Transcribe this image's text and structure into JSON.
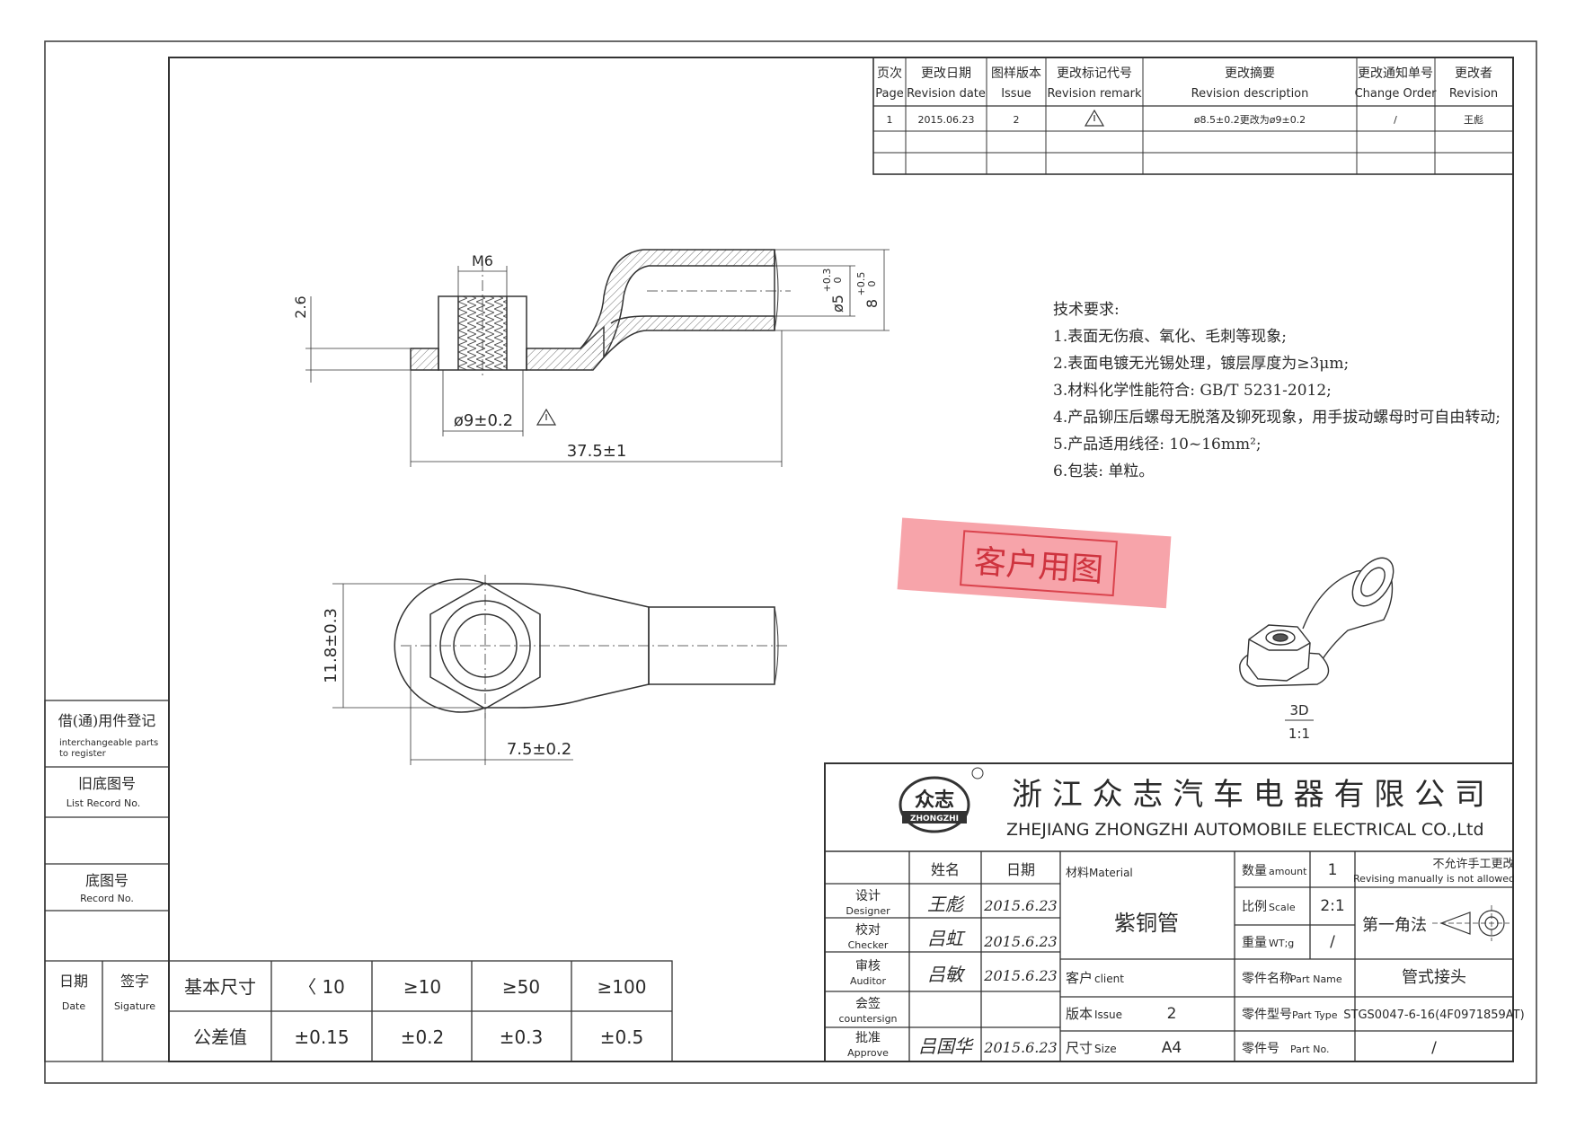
{
  "revision_table": {
    "headers": [
      {
        "cn": "页次",
        "en": "Page"
      },
      {
        "cn": "更改日期",
        "en": "Revision date"
      },
      {
        "cn": "图样版本",
        "en": "Issue"
      },
      {
        "cn": "更改标记代号",
        "en": "Revision remark"
      },
      {
        "cn": "更改摘要",
        "en": "Revision description"
      },
      {
        "cn": "更改通知单号",
        "en": "Change Order"
      },
      {
        "cn": "更改者",
        "en": "Revision"
      }
    ],
    "rows": [
      {
        "page": "1",
        "date": "2015.06.23",
        "issue": "2",
        "remark_icon": "warning-triangle-icon",
        "description": "ø8.5±0.2更改为ø9±0.2",
        "change_order": "/",
        "reviser": "王彪"
      }
    ]
  },
  "dimensions": {
    "thread": "M6",
    "thickness": "2.6",
    "bore_dia": "ø9±0.2",
    "length": "37.5±1",
    "tube_inner_dia": "ø5",
    "tube_inner_tol_upper": "+0.3",
    "tube_inner_tol_lower": "0",
    "tube_outer_dia": "8",
    "tube_outer_tol_upper": "+0.5",
    "tube_outer_tol_lower": "0",
    "width": "11.8±0.3",
    "offset": "7.5±0.2"
  },
  "tech_requirements": {
    "title": "技术要求:",
    "items": [
      "1.表面无伤痕、氧化、毛刺等现象;",
      "2.表面电镀无光锡处理，镀层厚度为≥3μm;",
      "3.材料化学性能符合: GB/T 5231-2012;",
      "4.产品铆压后螺母无脱落及铆死现象，用手拔动螺母时可自由转动;",
      "5.产品适用线径: 10~16mm²;",
      "6.包装: 单粒。"
    ]
  },
  "stamp": {
    "text": "客户用图",
    "color": "#e8343f"
  },
  "view_3d": {
    "label": "3D",
    "scale": "1:1"
  },
  "left_panel": {
    "reg_cn": "借(通)用件登记",
    "reg_en_1": "interchangeable parts",
    "reg_en_2": "to register",
    "old_cn": "旧底图号",
    "old_en": "List Record No.",
    "record_cn": "底图号",
    "record_en": "Record No.",
    "date_cn": "日期",
    "date_en": "Date",
    "sign_cn": "签字",
    "sign_en": "Sigature"
  },
  "tolerance_table": {
    "row1_label": "基本尺寸",
    "row2_label": "公差值",
    "ranges": [
      "〈 10",
      "≥10",
      "≥50",
      "≥100"
    ],
    "values": [
      "±0.15",
      "±0.2",
      "±0.3",
      "±0.5"
    ]
  },
  "company": {
    "logo_cn": "众志",
    "logo_en": "ZHONGZHI",
    "name_cn": "浙 江 众 志 汽 车 电 器 有 限 公 司",
    "name_en": "ZHEJIANG ZHONGZHI AUTOMOBILE ELECTRICAL CO.,Ltd"
  },
  "title_block": {
    "name_header": "姓名",
    "date_header": "日期",
    "material_label_cn": "材料",
    "material_label_en": "Material",
    "material_value": "紫铜管",
    "amount_label_cn": "数量",
    "amount_label_en": "amount",
    "amount_value": "1",
    "scale_label_cn": "比例",
    "scale_label_en": "Scale",
    "scale_value": "2:1",
    "weight_label_cn": "重量",
    "weight_label_en": "WT;g",
    "weight_value": "/",
    "no_manual_cn": "不允许手工更改",
    "no_manual_en": "Revising manually is not allowed",
    "projection": "第一角法",
    "roles": [
      {
        "cn": "设计",
        "en": "Designer",
        "name": "王彪",
        "date": "2015.6.23"
      },
      {
        "cn": "校对",
        "en": "Checker",
        "name": "吕虹",
        "date": "2015.6.23"
      },
      {
        "cn": "审核",
        "en": "Auditor",
        "name": "吕敏",
        "date": "2015.6.23"
      },
      {
        "cn": "会签",
        "en": "countersign",
        "name": "",
        "date": ""
      },
      {
        "cn": "批准",
        "en": "Approve",
        "name": "吕国华",
        "date": "2015.6.23"
      }
    ],
    "client_label_cn": "客户",
    "client_label_en": "client",
    "issue_label_cn": "版本",
    "issue_label_en": "Issue",
    "issue_value": "2",
    "size_label_cn": "尺寸",
    "size_label_en": "Size",
    "size_value": "A4",
    "part_name_label_cn": "零件名称",
    "part_name_label_en": "Part Name",
    "part_name_value": "管式接头",
    "part_type_label_cn": "零件型号",
    "part_type_label_en": "Part Type",
    "part_type_value": "STGS0047-6-16(4F0971859AT)",
    "part_no_label_cn": "零件号",
    "part_no_label_en": "Part No.",
    "part_no_value": "/"
  }
}
